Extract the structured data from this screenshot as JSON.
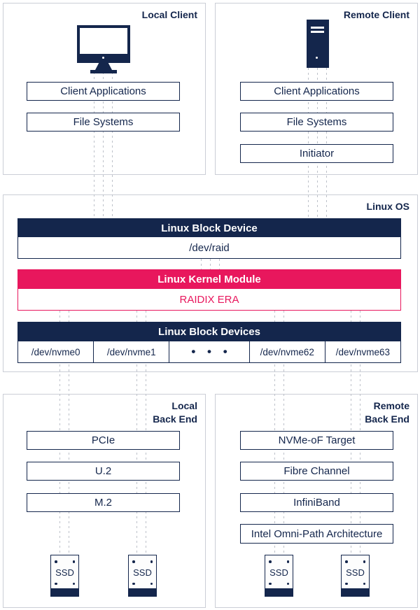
{
  "colors": {
    "navy": "#14264C",
    "pink": "#E8175D",
    "panel_border": "#CBCED6",
    "dash_line": "#BDC1C9"
  },
  "panels": {
    "local_client_label": "Local Client",
    "remote_client_label": "Remote Client",
    "linux_os_label": "Linux OS",
    "local_backend_label": "Local\nBack End",
    "remote_backend_label": "Remote\nBack End"
  },
  "local_client": {
    "boxes": [
      "Client Applications",
      "File Systems"
    ]
  },
  "remote_client": {
    "boxes": [
      "Client Applications",
      "File Systems",
      "Initiator"
    ]
  },
  "linux_os": {
    "block_device": {
      "header": "Linux Block Device",
      "value": "/dev/raid"
    },
    "kernel_module": {
      "header": "Linux Kernel Module",
      "value": "RAIDIX ERA"
    },
    "block_devices": {
      "header": "Linux Block Devices",
      "cells": [
        "/dev/nvme0",
        "/dev/nvme1",
        "• • •",
        "/dev/nvme62",
        "/dev/nvme63"
      ]
    }
  },
  "local_backend": {
    "boxes": [
      "PCIe",
      "U.2",
      "M.2"
    ],
    "ssd_label": "SSD"
  },
  "remote_backend": {
    "boxes": [
      "NVMe-oF Target",
      "Fibre Channel",
      "InfiniBand",
      "Intel Omni-Path Architecture"
    ],
    "ssd_label": "SSD"
  },
  "icons": {
    "monitor": "desktop-monitor-icon",
    "tower": "server-tower-icon",
    "ssd": "ssd-drive-icon"
  }
}
